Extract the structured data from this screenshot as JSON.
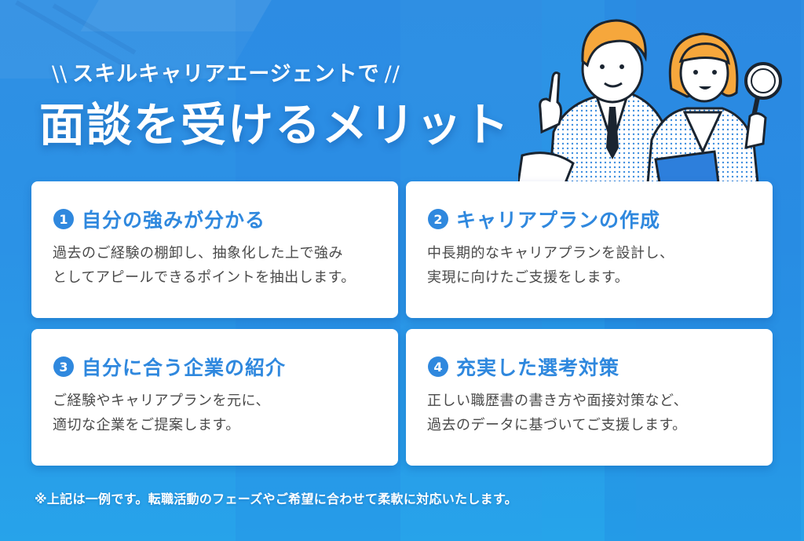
{
  "header": {
    "kicker_left": "\\\\",
    "kicker": "スキルキャリアエージェントで",
    "kicker_right": "//",
    "title": "面談を受けるメリット"
  },
  "illustration": {
    "name": "two-consultants-illustration",
    "colors": {
      "hair": "#f6a73c",
      "outline": "#1a2430",
      "suit_dots": "#3d8ee0",
      "folder": "#2d7fdc"
    }
  },
  "cards": [
    {
      "number": "1",
      "title": "自分の強みが分かる",
      "lines": [
        "過去のご経験の棚卸し、抽象化した上で強み",
        "としてアピールできるポイントを抽出します。"
      ]
    },
    {
      "number": "2",
      "title": "キャリアプランの作成",
      "lines": [
        "中長期的なキャリアプランを設計し、",
        "実現に向けたご支援をします。"
      ]
    },
    {
      "number": "3",
      "title": "自分に合う企業の紹介",
      "lines": [
        "ご経験やキャリアプランを元に、",
        "適切な企業をご提案します。"
      ]
    },
    {
      "number": "4",
      "title": "充実した選考対策",
      "lines": [
        "正しい職歴書の書き方や面接対策など、",
        "過去のデータに基づいてご支援します。"
      ]
    }
  ],
  "footer": {
    "note": "※上記は一例です。転職活動のフェーズやご希望に合わせて柔軟に対応いたします。"
  },
  "colors": {
    "background": "#2f8fe3",
    "accent": "#2f88de",
    "card_bg": "#ffffff",
    "body_text": "#4a4a4a"
  }
}
